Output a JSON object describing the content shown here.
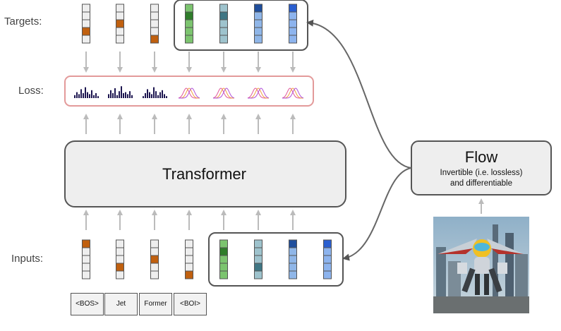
{
  "row_labels": {
    "targets": "Targets:",
    "loss": "Loss:",
    "inputs": "Inputs:"
  },
  "transformer": {
    "label": "Transformer"
  },
  "flow": {
    "title": "Flow",
    "subtitle_line1": "Invertible (i.e. lossless)",
    "subtitle_line2": "and differentiable"
  },
  "tokens": [
    "<BOS>",
    "Jet",
    "Former",
    "<BOI>"
  ],
  "image": {
    "description": "robot"
  },
  "colors": {
    "orange": "#c0600f",
    "green": "#3f9a3a",
    "teal": "#5f96a6",
    "navy": "#1f4e9c",
    "blue": "#2a64d6",
    "loss_border": "#e39a9a",
    "box_fill": "#eeeeee"
  }
}
